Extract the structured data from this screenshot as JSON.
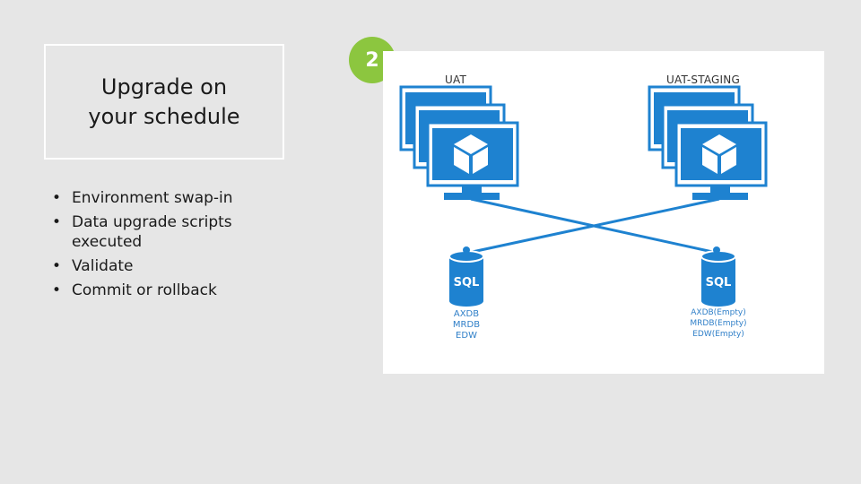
{
  "slide": {
    "title": "Upgrade on your schedule",
    "bullets": [
      "Environment swap-in",
      "Data upgrade scripts executed",
      "Validate",
      "Commit or rollback"
    ],
    "step_number": "2"
  },
  "diagram": {
    "left_env": {
      "label": "UAT",
      "db_icon_label": "SQL",
      "databases": [
        "AXDB",
        "MRDB",
        "EDW"
      ]
    },
    "right_env": {
      "label": "UAT-STAGING",
      "db_icon_label": "SQL",
      "databases": [
        "AXDB(Empty)",
        "MRDB(Empty)",
        "EDW(Empty)"
      ]
    },
    "colors": {
      "accent_blue": "#1e82d0",
      "badge_green": "#8cc63f",
      "cube_dark": "#1768b3"
    },
    "icons": [
      "monitor-stack-icon",
      "cube-icon",
      "sql-database-icon"
    ]
  }
}
